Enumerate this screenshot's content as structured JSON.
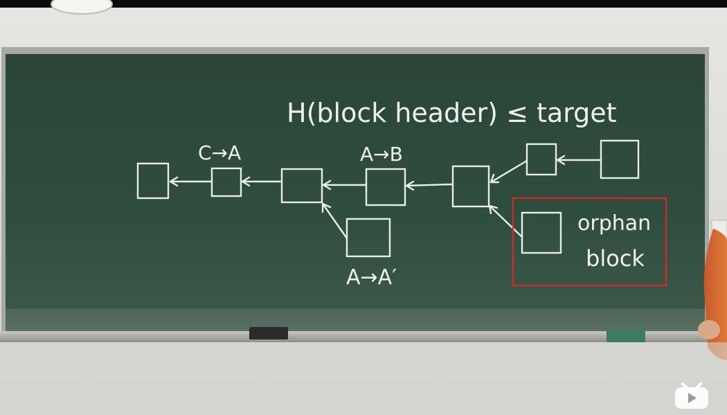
{
  "board": {
    "formula": "H(block  header) ≤ target",
    "label_c_a": "C→A",
    "label_a_b": "A→B",
    "label_a_a": "A→A′",
    "orphan_line1": "orphan",
    "orphan_line2": "block"
  },
  "colors": {
    "board": "#2c4a3c",
    "chalk": "#eef2ee",
    "highlight": "#e0242c",
    "wall": "#dcdcd8"
  },
  "icons": {
    "video_logo": "tv-play-icon"
  }
}
